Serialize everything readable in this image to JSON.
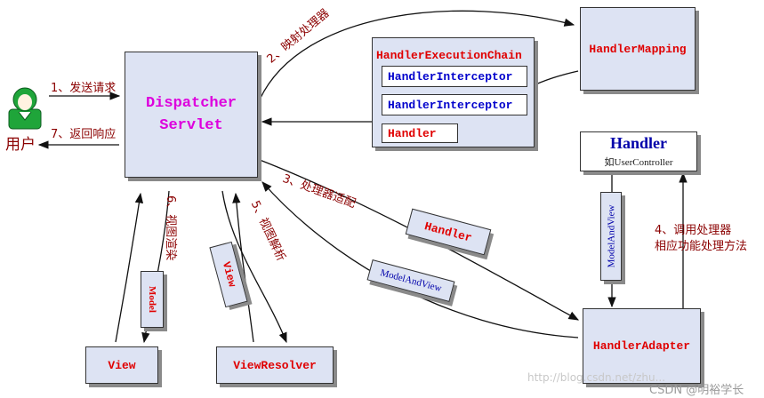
{
  "user": {
    "label": "用户"
  },
  "dispatcher": {
    "line1": "Dispatcher",
    "line2": "Servlet"
  },
  "handler_mapping": {
    "label": "HandlerMapping"
  },
  "execution_chain": {
    "title": "HandlerExecutionChain",
    "interceptor_1": "HandlerInterceptor",
    "interceptor_2": "HandlerInterceptor",
    "handler": "Handler"
  },
  "handler_box": {
    "title": "Handler",
    "subtitle": "如UserController"
  },
  "handler_adapter": {
    "label": "HandlerAdapter"
  },
  "view": {
    "label": "View"
  },
  "view_resolver": {
    "label": "ViewResolver"
  },
  "steps": {
    "step1": "1、发送请求",
    "step7": "7、返回响应",
    "step2": "2、映射处理器",
    "step3": "3、处理器适配",
    "step4_line1": "4、调用处理器",
    "step4_line2": "相应功能处理方法",
    "step5": "5、视图解析",
    "step6": "6、视图渲染"
  },
  "tags": {
    "handler": "Handler",
    "model_and_view": "ModelAndView",
    "model_and_view_vertical": "ModelAndView",
    "view": "View",
    "model": "Model"
  },
  "watermark": {
    "url": "http://blog.csdn.net/zhu...",
    "csdn": "CSDN @明裕学长"
  },
  "colors": {
    "box_fill": "#dde3f3",
    "label_text": "#8b0000",
    "red_text": "#e00000",
    "blue_text": "#0000cc"
  }
}
